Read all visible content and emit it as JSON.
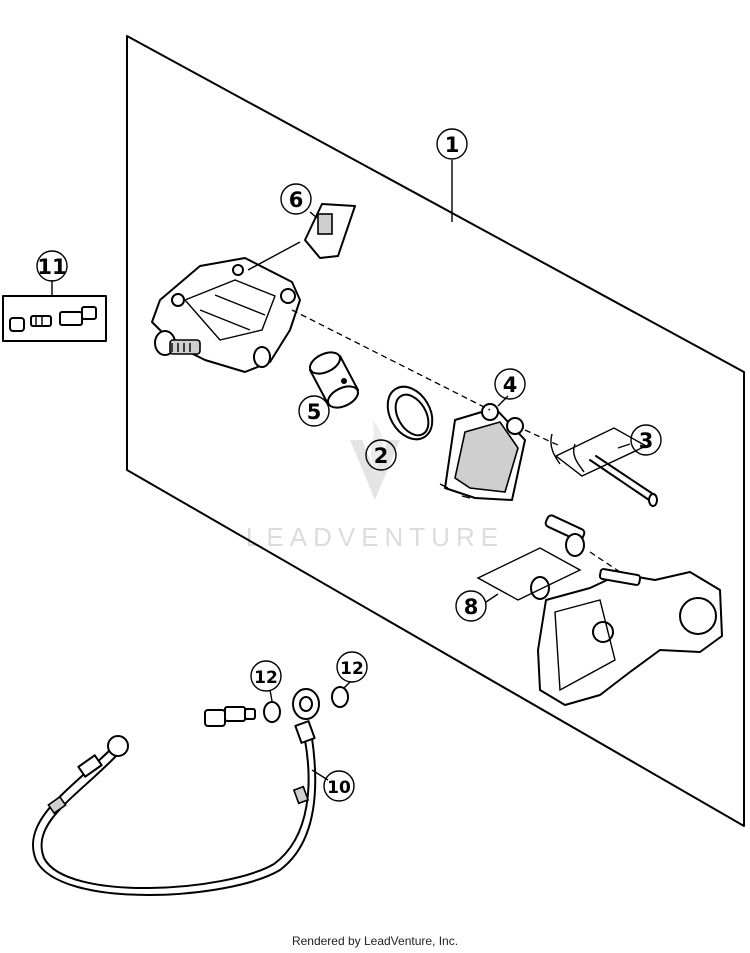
{
  "callouts": {
    "c1": "1",
    "c2": "2",
    "c3": "3",
    "c4": "4",
    "c5": "5",
    "c6": "6",
    "c8": "8",
    "c10": "10",
    "c11": "11",
    "c12a": "12",
    "c12b": "12"
  },
  "watermark": {
    "text": "LEADVENTURE"
  },
  "footer": {
    "text": "Rendered by LeadVenture, Inc."
  },
  "colors": {
    "ink": "#000000",
    "watermark": "#dcdcdc",
    "background": "#ffffff"
  }
}
